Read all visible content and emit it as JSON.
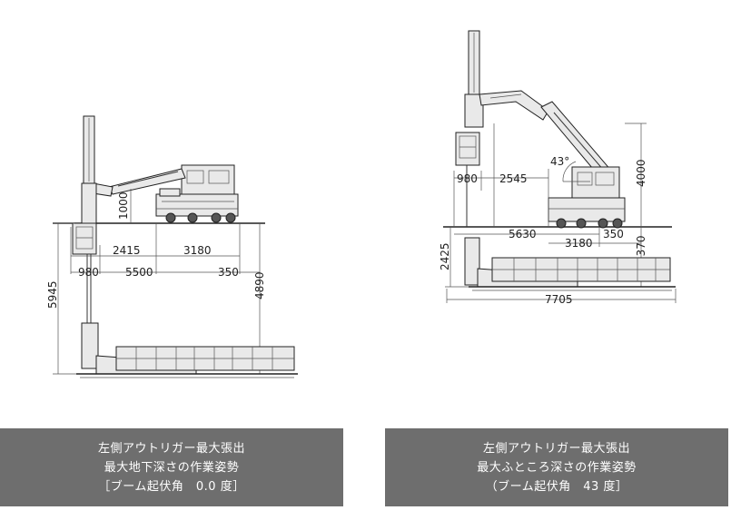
{
  "left": {
    "dims": {
      "d1000": "1000",
      "d2415": "2415",
      "d3180": "3180",
      "d980": "980",
      "d5500": "5500",
      "d350": "350",
      "d5945": "5945",
      "d4890": "4890"
    },
    "caption": {
      "line1": "左側アウトリガー最大張出",
      "line2": "最大地下深さの作業姿勢",
      "line3": "［ブーム起伏角　0.0 度］"
    }
  },
  "right": {
    "dims": {
      "d980": "980",
      "d2545": "2545",
      "d4000": "4000",
      "d5630": "5630",
      "d3180": "3180",
      "d350": "350",
      "d1370": "1370",
      "d2425": "2425",
      "d7705": "7705",
      "angle": "43°"
    },
    "caption": {
      "line1": "左側アウトリガー最大張出",
      "line2": "最大ふところ深さの作業姿勢",
      "line3": "（ブーム起伏角　43 度］"
    }
  }
}
